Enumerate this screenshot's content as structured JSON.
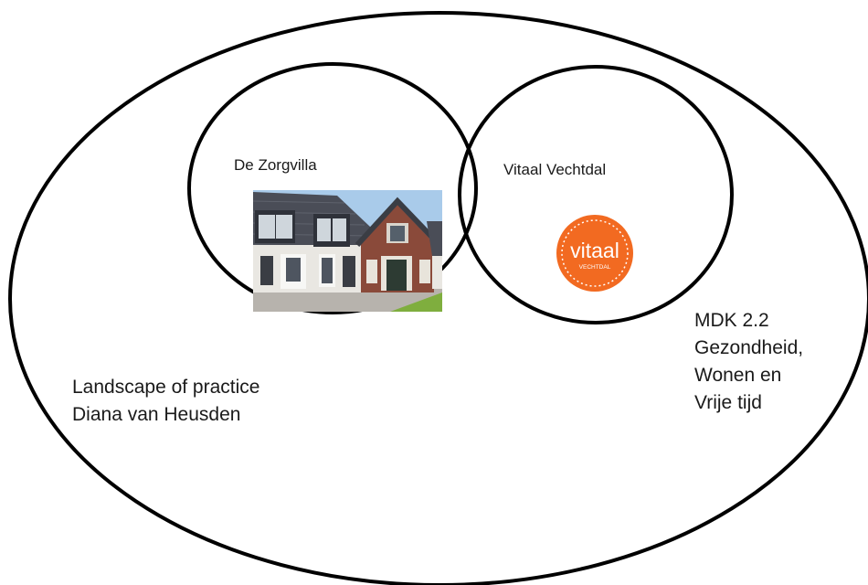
{
  "diagram": {
    "circles": [
      {
        "id": "zorgvilla",
        "label": "De Zorgvilla"
      },
      {
        "id": "vitaal",
        "label": "Vitaal Vechtdal"
      }
    ],
    "outer_labels": {
      "landscape": "Landscape of practice\nDiana van Heusden",
      "mdk": "MDK 2.2\nGezondheid,\nWonen en\nVrije tijd"
    },
    "logo": {
      "name": "vitaal-vechtdal-logo",
      "word": "vitaal",
      "subword": "VECHTDAL",
      "color": "#f26a21"
    },
    "photo": {
      "name": "zorgvilla-house-photo"
    },
    "colors": {
      "stroke": "#000000",
      "brick": "#8a4a3a",
      "roof": "#4a4d57",
      "sky": "#9cc3e6",
      "grass": "#7fae3e"
    }
  }
}
